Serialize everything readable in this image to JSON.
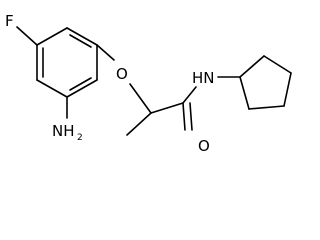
{
  "atoms": {
    "fluorine": "F",
    "ether_oxygen": "O",
    "carbonyl_oxygen": "O",
    "amide_nh": "HN",
    "amine_n": "NH",
    "amine_subscript": "2"
  },
  "colors": {
    "bond": "#000000",
    "label": "#000000",
    "background": "#ffffff"
  }
}
